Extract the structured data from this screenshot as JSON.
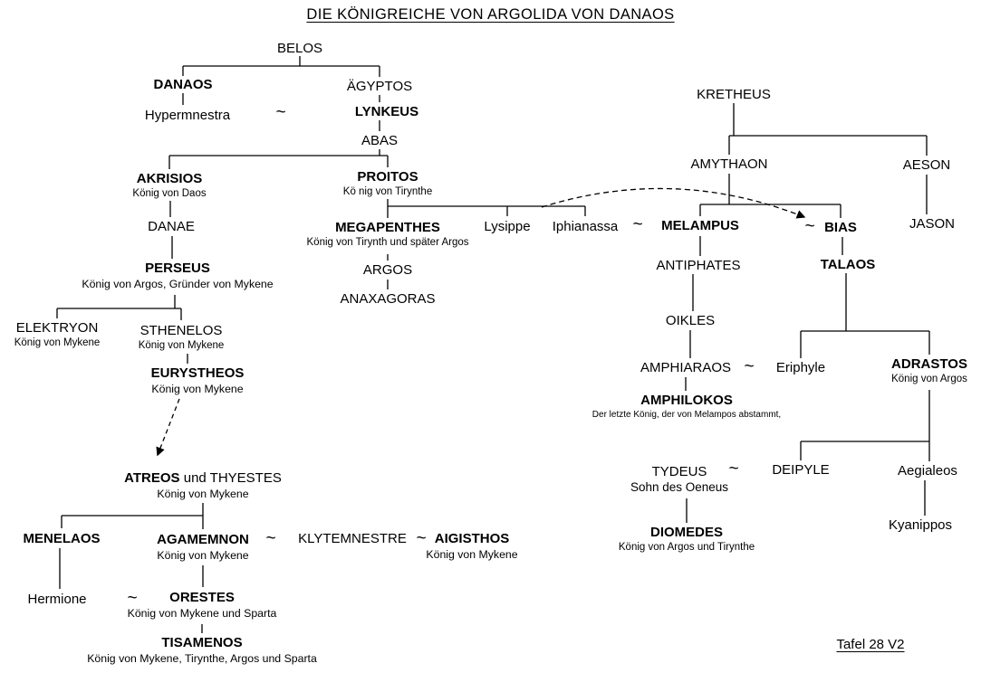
{
  "title": "DIE KÖNIGREICHE VON ARGOLIDA VON DANAOS",
  "plate": "Tafel 28 V2",
  "symbols": {
    "marriage": "~"
  },
  "persons": {
    "belos": {
      "name": "BELOS"
    },
    "danaos": {
      "name": "DANAOS"
    },
    "aegyptos": {
      "name": "ÄGYPTOS"
    },
    "hypermnestra": {
      "name": "Hypermnestra"
    },
    "lynkeus": {
      "name": "LYNKEUS"
    },
    "abas": {
      "name": "ABAS"
    },
    "akrisios": {
      "name": "AKRISIOS",
      "sub": "König von Daos"
    },
    "proitos": {
      "name": "PROITOS",
      "sub": "Kö nig von Tirynthe"
    },
    "danae": {
      "name": "DANAE"
    },
    "megapenthes": {
      "name": "MEGAPENTHES",
      "sub": "König von Tirynth und später Argos"
    },
    "argos": {
      "name": "ARGOS"
    },
    "anaxagoras": {
      "name": "ANAXAGORAS"
    },
    "lysippe": {
      "name": "Lysippe"
    },
    "iphianassa": {
      "name": "Iphianassa"
    },
    "perseus": {
      "name": "PERSEUS",
      "sub": "König von Argos, Gründer von Mykene"
    },
    "elektryon": {
      "name": "ELEKTRYON",
      "sub": "König von Mykene"
    },
    "sthenelos": {
      "name": "STHENELOS",
      "sub": "König von Mykene"
    },
    "eurystheos": {
      "name": "EURYSTHEOS",
      "sub": "König von Mykene"
    },
    "atreos_thyestes": {
      "bold": "ATREOS",
      "rest": " und THYESTES",
      "sub": "König von Mykene"
    },
    "menelaos": {
      "name": "MENELAOS"
    },
    "agamemnon": {
      "name": "AGAMEMNON",
      "sub": "König von Mykene"
    },
    "klytemnestre": {
      "name": "KLYTEMNESTRE"
    },
    "aigisthos": {
      "name": "AIGISTHOS",
      "sub": "König von Mykene"
    },
    "hermione": {
      "name": "Hermione"
    },
    "orestes": {
      "name": "ORESTES",
      "sub": "König von Mykene und Sparta"
    },
    "tisamenos": {
      "name": "TISAMENOS",
      "sub": "König von Mykene, Tirynthe, Argos und Sparta"
    },
    "kretheus": {
      "name": "KRETHEUS"
    },
    "amythaon": {
      "name": "AMYTHAON"
    },
    "aeson": {
      "name": "AESON"
    },
    "jason": {
      "name": "JASON"
    },
    "melampus": {
      "name": "MELAMPUS"
    },
    "bias": {
      "name": "BIAS"
    },
    "antiphates": {
      "name": "ANTIPHATES"
    },
    "talaos": {
      "name": "TALAOS"
    },
    "oikles": {
      "name": "OIKLES"
    },
    "amphiaraos": {
      "name": "AMPHIARAOS"
    },
    "eriphyle": {
      "name": "Eriphyle"
    },
    "amphilokos": {
      "name": "AMPHILOKOS",
      "sub": "Der letzte König, der von Melampos abstammt,"
    },
    "adrastos": {
      "name": "ADRASTOS",
      "sub": "König von Argos"
    },
    "tydeus": {
      "name": "TYDEUS",
      "sub": "Sohn des Oeneus"
    },
    "deipyle": {
      "name": "DEIPYLE"
    },
    "aegialeos": {
      "name": "Aegialeos"
    },
    "kyanippos": {
      "name": "Kyanippos"
    },
    "diomedes": {
      "name": "DIOMEDES",
      "sub": "König von Argos und Tirynthe"
    }
  }
}
